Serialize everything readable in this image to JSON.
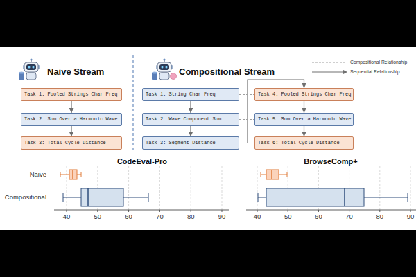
{
  "diagram": {
    "nodes": [
      {
        "text": [
          "Task 1: Pooled Strings Char Freq"
        ]
      },
      {
        "text": [
          "Task 2: Sum Over a Harmonic Wave"
        ]
      },
      {
        "text": [
          "Task 3: Total Cycle Distance"
        ]
      },
      {
        "text": [
          "Task 1: String Char Freq"
        ]
      },
      {
        "text": [
          "Task 2: Wave Component Sum"
        ]
      },
      {
        "text": [
          "Task 3: Segment Distance"
        ]
      },
      {
        "text": [
          "Task 4: Pooled Strings Char Freq"
        ]
      },
      {
        "text": [
          "Task 5: Sum Over a Harmonic Wave"
        ]
      },
      {
        "text": [
          "Task 6: Total Cycle Distance"
        ]
      }
    ],
    "edges": [
      {
        "from": 0,
        "to": 1,
        "arrow": "to"
      },
      {
        "from": 1,
        "to": 2,
        "arrow": "to"
      },
      {
        "from": 3,
        "to": 4,
        "arrow": "to"
      },
      {
        "from": 4,
        "to": 5,
        "arrow": "to"
      },
      {
        "from": 5,
        "to": 6,
        "arrow": "to"
      },
      {
        "from": 6,
        "to": 7,
        "arrow": "to"
      },
      {
        "from": 7,
        "to": 8,
        "arrow": "to"
      },
      {
        "from": 3,
        "to": 6,
        "arrow": "none"
      },
      {
        "from": 4,
        "to": 7,
        "arrow": "none"
      },
      {
        "from": 5,
        "to": 8,
        "arrow": "none"
      }
    ],
    "labels": [
      "Naive Stream",
      "Compositional Stream",
      "CodeEval-Pro",
      "BrowseComp+",
      "Naive",
      "Compositional",
      "40",
      "50",
      "60",
      "70",
      "80",
      "90",
      "40",
      "50",
      "60",
      "70",
      "80",
      "90"
    ],
    "legend": [
      {
        "text": "Compositional Relationship"
      },
      {
        "text": "Sequential Relationship"
      }
    ]
  }
}
